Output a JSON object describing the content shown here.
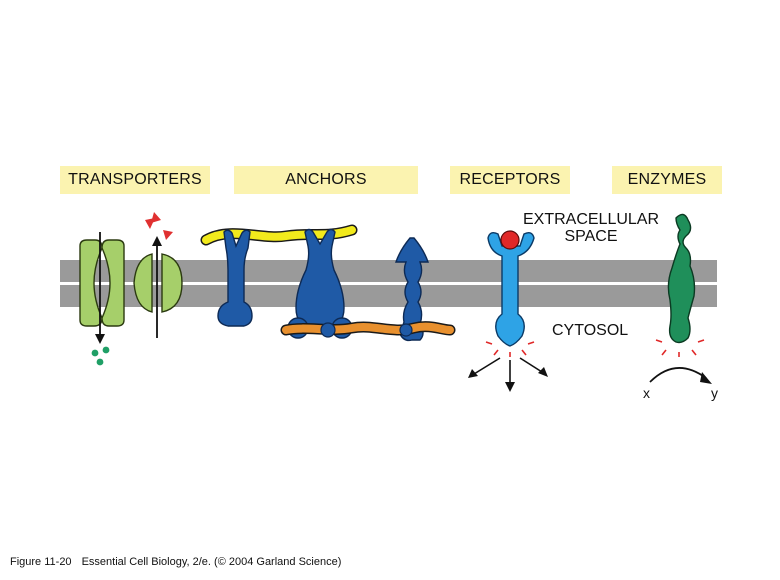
{
  "categories": {
    "transporters": "TRANSPORTERS",
    "anchors": "ANCHORS",
    "receptors": "RECEPTORS",
    "enzymes": "ENZYMES"
  },
  "regions": {
    "extracellular_line1": "EXTRACELLULAR",
    "extracellular_line2": "SPACE",
    "cytosol": "CYTOSOL"
  },
  "enzyme_reaction": {
    "substrate": "x",
    "product": "y"
  },
  "caption": {
    "figure": "Figure 11-20",
    "source": "Essential Cell Biology, 2/e. (© 2004 Garland Science)"
  },
  "colors": {
    "label_background": "#fbf3b0",
    "membrane": "#9a9a9a",
    "transporter": "#a6cf6a",
    "anchor_protein": "#1f5aa6",
    "extracellular_anchor": "#f2ea1c",
    "intracellular_anchor": "#e8902e",
    "receptor": "#2ea3e6",
    "signal_molecule": "#e02828",
    "enzyme": "#1f8f5a",
    "transported_solute_out": "#1f9f66",
    "transported_solute_in": "#e03030"
  }
}
